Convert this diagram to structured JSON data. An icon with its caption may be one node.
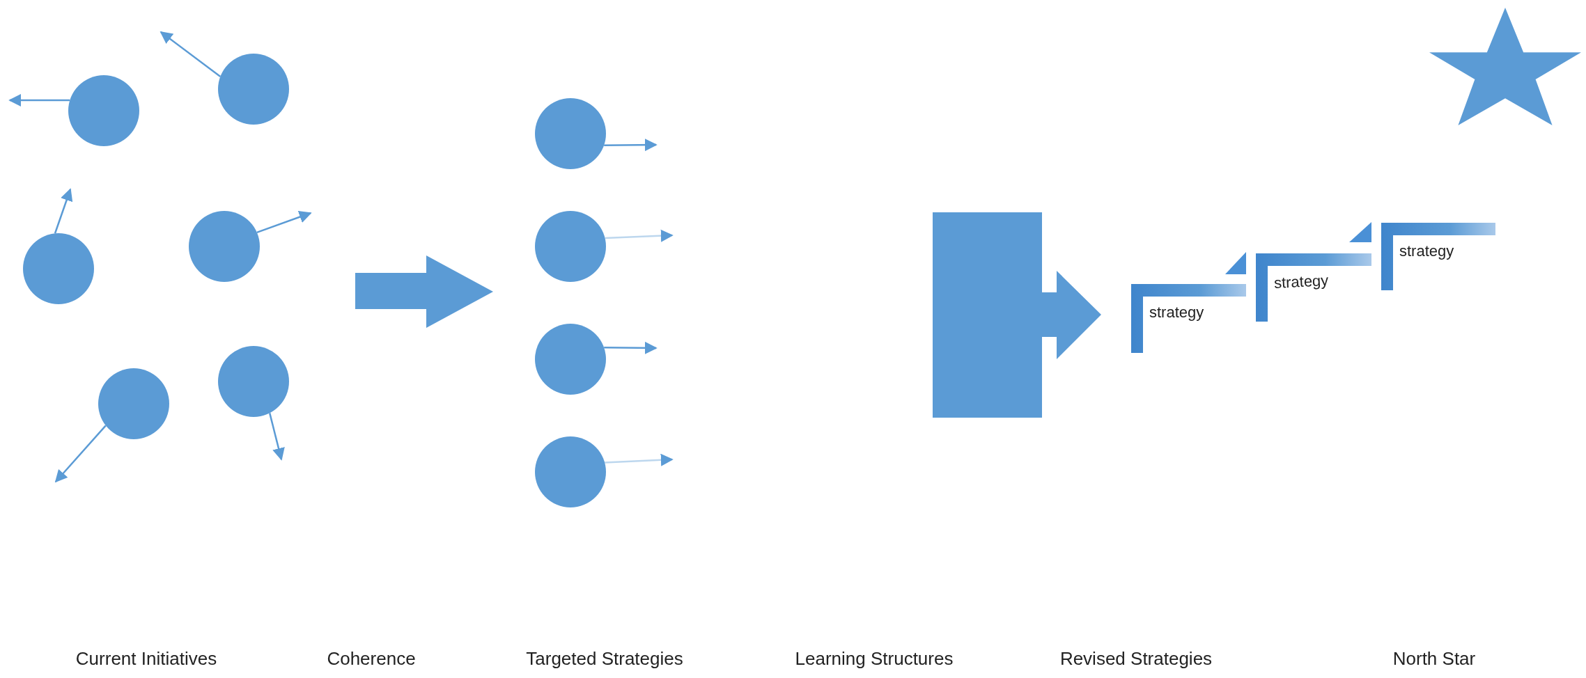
{
  "diagram": {
    "nodes": [
      {
        "text": [],
        "shape": "circle"
      },
      {
        "text": [],
        "shape": "circle"
      },
      {
        "text": [],
        "shape": "circle"
      },
      {
        "text": [],
        "shape": "circle"
      },
      {
        "text": [],
        "shape": "circle"
      },
      {
        "text": [],
        "shape": "circle"
      },
      {
        "text": [],
        "shape": "circle"
      },
      {
        "text": [],
        "shape": "circle"
      },
      {
        "text": [],
        "shape": "circle"
      },
      {
        "text": [],
        "shape": "circle"
      },
      {
        "text": [
          "strategy"
        ]
      },
      {
        "text": [
          "strategy"
        ]
      },
      {
        "text": [
          "strategy"
        ]
      },
      {
        "text": [],
        "shape": "star"
      }
    ],
    "edges": [
      {
        "from": 0,
        "to": null,
        "arrow": "to"
      },
      {
        "from": 1,
        "to": null,
        "arrow": "to"
      },
      {
        "from": 2,
        "to": null,
        "arrow": "to"
      },
      {
        "from": 3,
        "to": null,
        "arrow": "to"
      },
      {
        "from": 4,
        "to": null,
        "arrow": "to"
      },
      {
        "from": 5,
        "to": null,
        "arrow": "to"
      },
      {
        "from": 6,
        "to": null,
        "arrow": "to"
      },
      {
        "from": 7,
        "to": null,
        "arrow": "to",
        "color": "#bdd7ee"
      },
      {
        "from": 8,
        "to": null,
        "arrow": "to"
      },
      {
        "from": 9,
        "to": null,
        "arrow": "to",
        "color": "#bdd7ee"
      }
    ],
    "labels": [
      "Current Initiatives",
      "Coherence",
      "Targeted Strategies",
      "Learning Structures",
      "Revised Strategies",
      "North Star"
    ]
  }
}
